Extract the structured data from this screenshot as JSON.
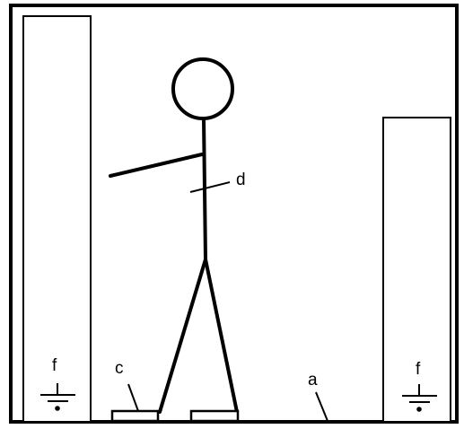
{
  "labels": {
    "floor": "a",
    "feet_pads": "c",
    "person": "d",
    "ground_left": "f",
    "ground_right": "f"
  }
}
